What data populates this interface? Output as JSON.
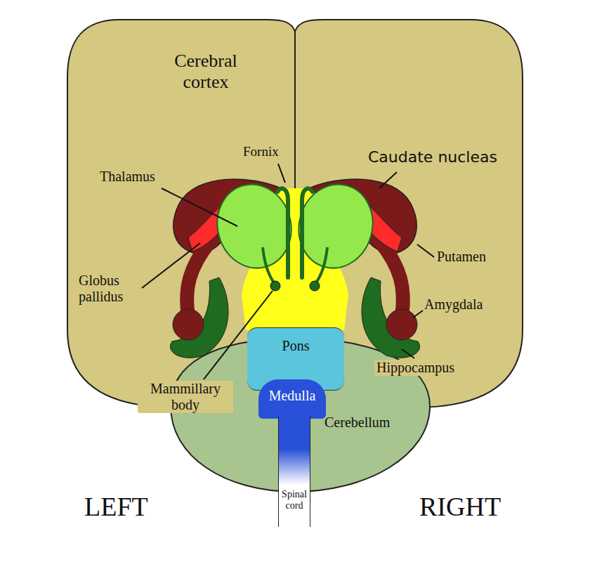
{
  "diagram": {
    "nodes": [
      {
        "text": [
          "Pons"
        ]
      },
      {
        "text": [
          "Medulla"
        ]
      },
      {
        "text": [
          "Spinal cord"
        ]
      }
    ],
    "labels": [
      "Cerebral cortex",
      "Fornix",
      "Thalamus",
      "Caudate nucleas",
      "Putamen",
      "Globus pallidus",
      "Amygdala",
      "Hippocampus",
      "Mammillary body",
      "Cerebellum",
      "LEFT",
      "RIGHT"
    ]
  }
}
